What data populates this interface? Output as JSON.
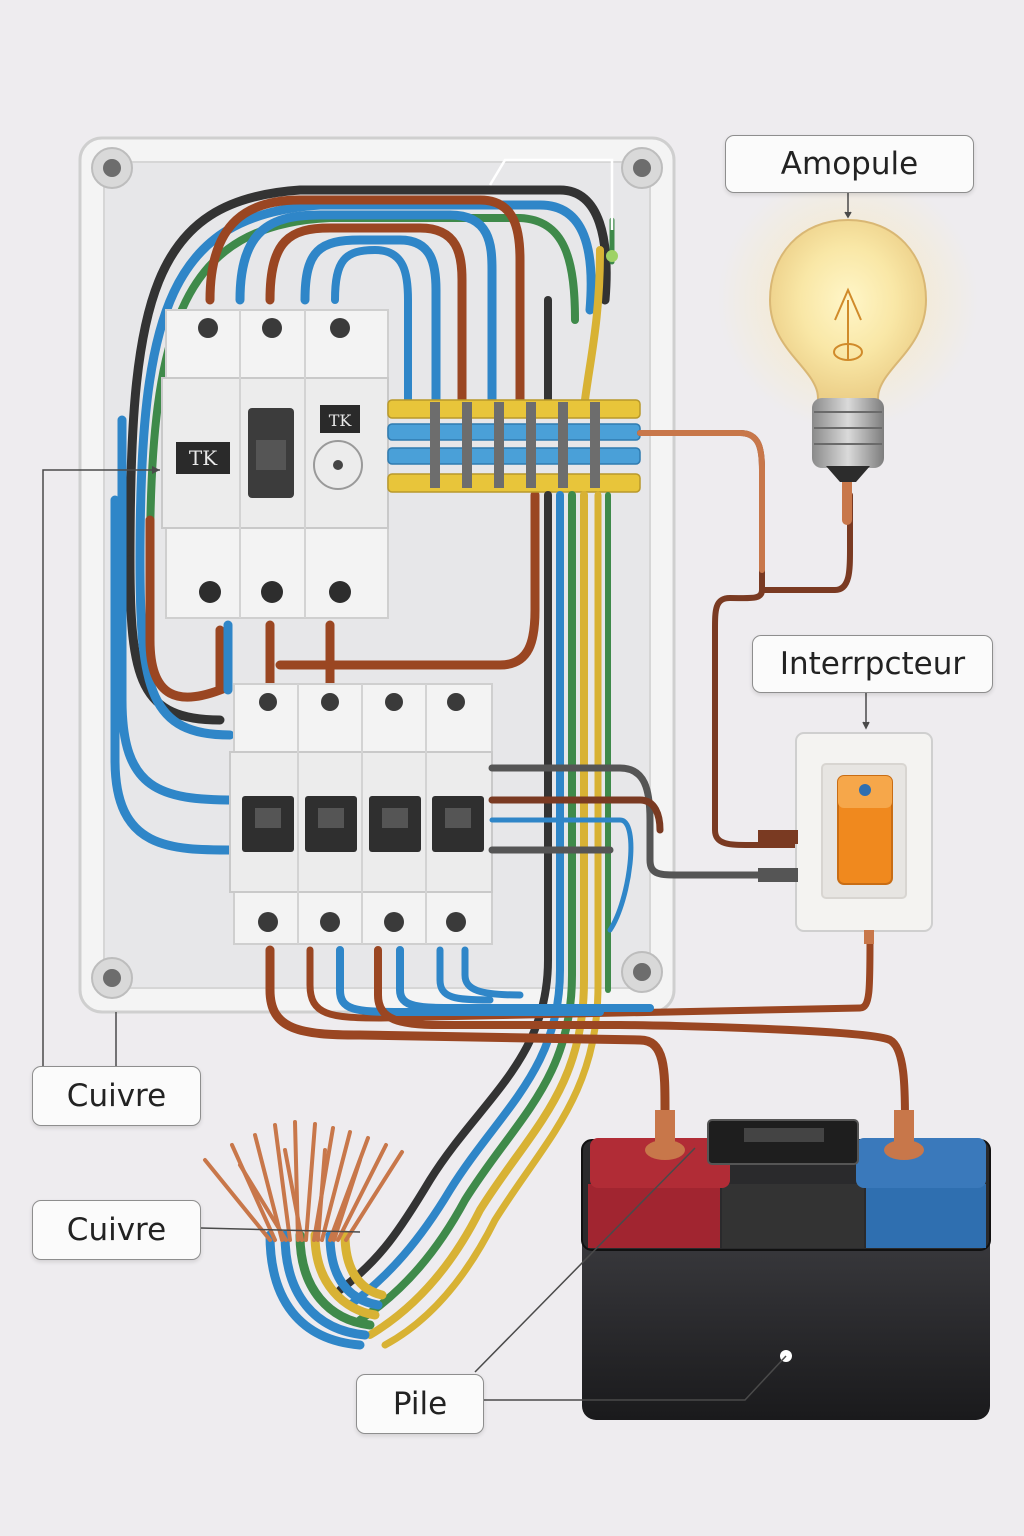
{
  "labels": {
    "ampoule": "Amopule",
    "interrupteur": "Interrpcteur",
    "cuivre_top": "Cuivre",
    "cuivre_bottom": "Cuivre",
    "pile": "Pile"
  },
  "breaker_tags": {
    "left": "TK",
    "right": "TK"
  },
  "colors": {
    "wire_blue": "#2f86c8",
    "wire_brown": "#9a4622",
    "wire_black": "#333333",
    "wire_green": "#3f8a4a",
    "wire_yellow": "#d8b234",
    "copper": "#c8774a",
    "enclosure": "#ececec",
    "switch_rocker": "#f0891e",
    "battery_red": "#a12530",
    "battery_blue": "#2f6fb0",
    "terminal_yellow": "#e8c53a",
    "terminal_blue": "#4aa0d8"
  }
}
